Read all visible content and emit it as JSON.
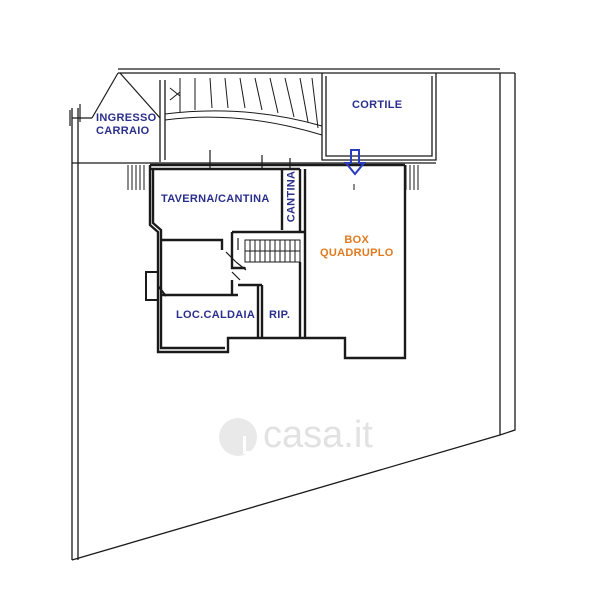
{
  "labels": {
    "ingresso_carraio": [
      "INGRESSO",
      "CARRAIO"
    ],
    "cortile": "CORTILE",
    "taverna_cantina": "TAVERNA/CANTINA",
    "cantina": "CANTINA",
    "box_quadruplo": [
      "BOX",
      "QUADRUPLO"
    ],
    "loc_caldaia": "LOC.CALDAIA",
    "rip": "RIP."
  },
  "watermark": "casa.it",
  "colors": {
    "room_label": "#2a2f8c",
    "box_label": "#e07a1f",
    "arrow": "#2a3dbf",
    "wall": "#1a1a1a"
  },
  "icons": {
    "entry_arrow": "down-arrow-icon",
    "watermark_logo": "casa-house-icon"
  }
}
